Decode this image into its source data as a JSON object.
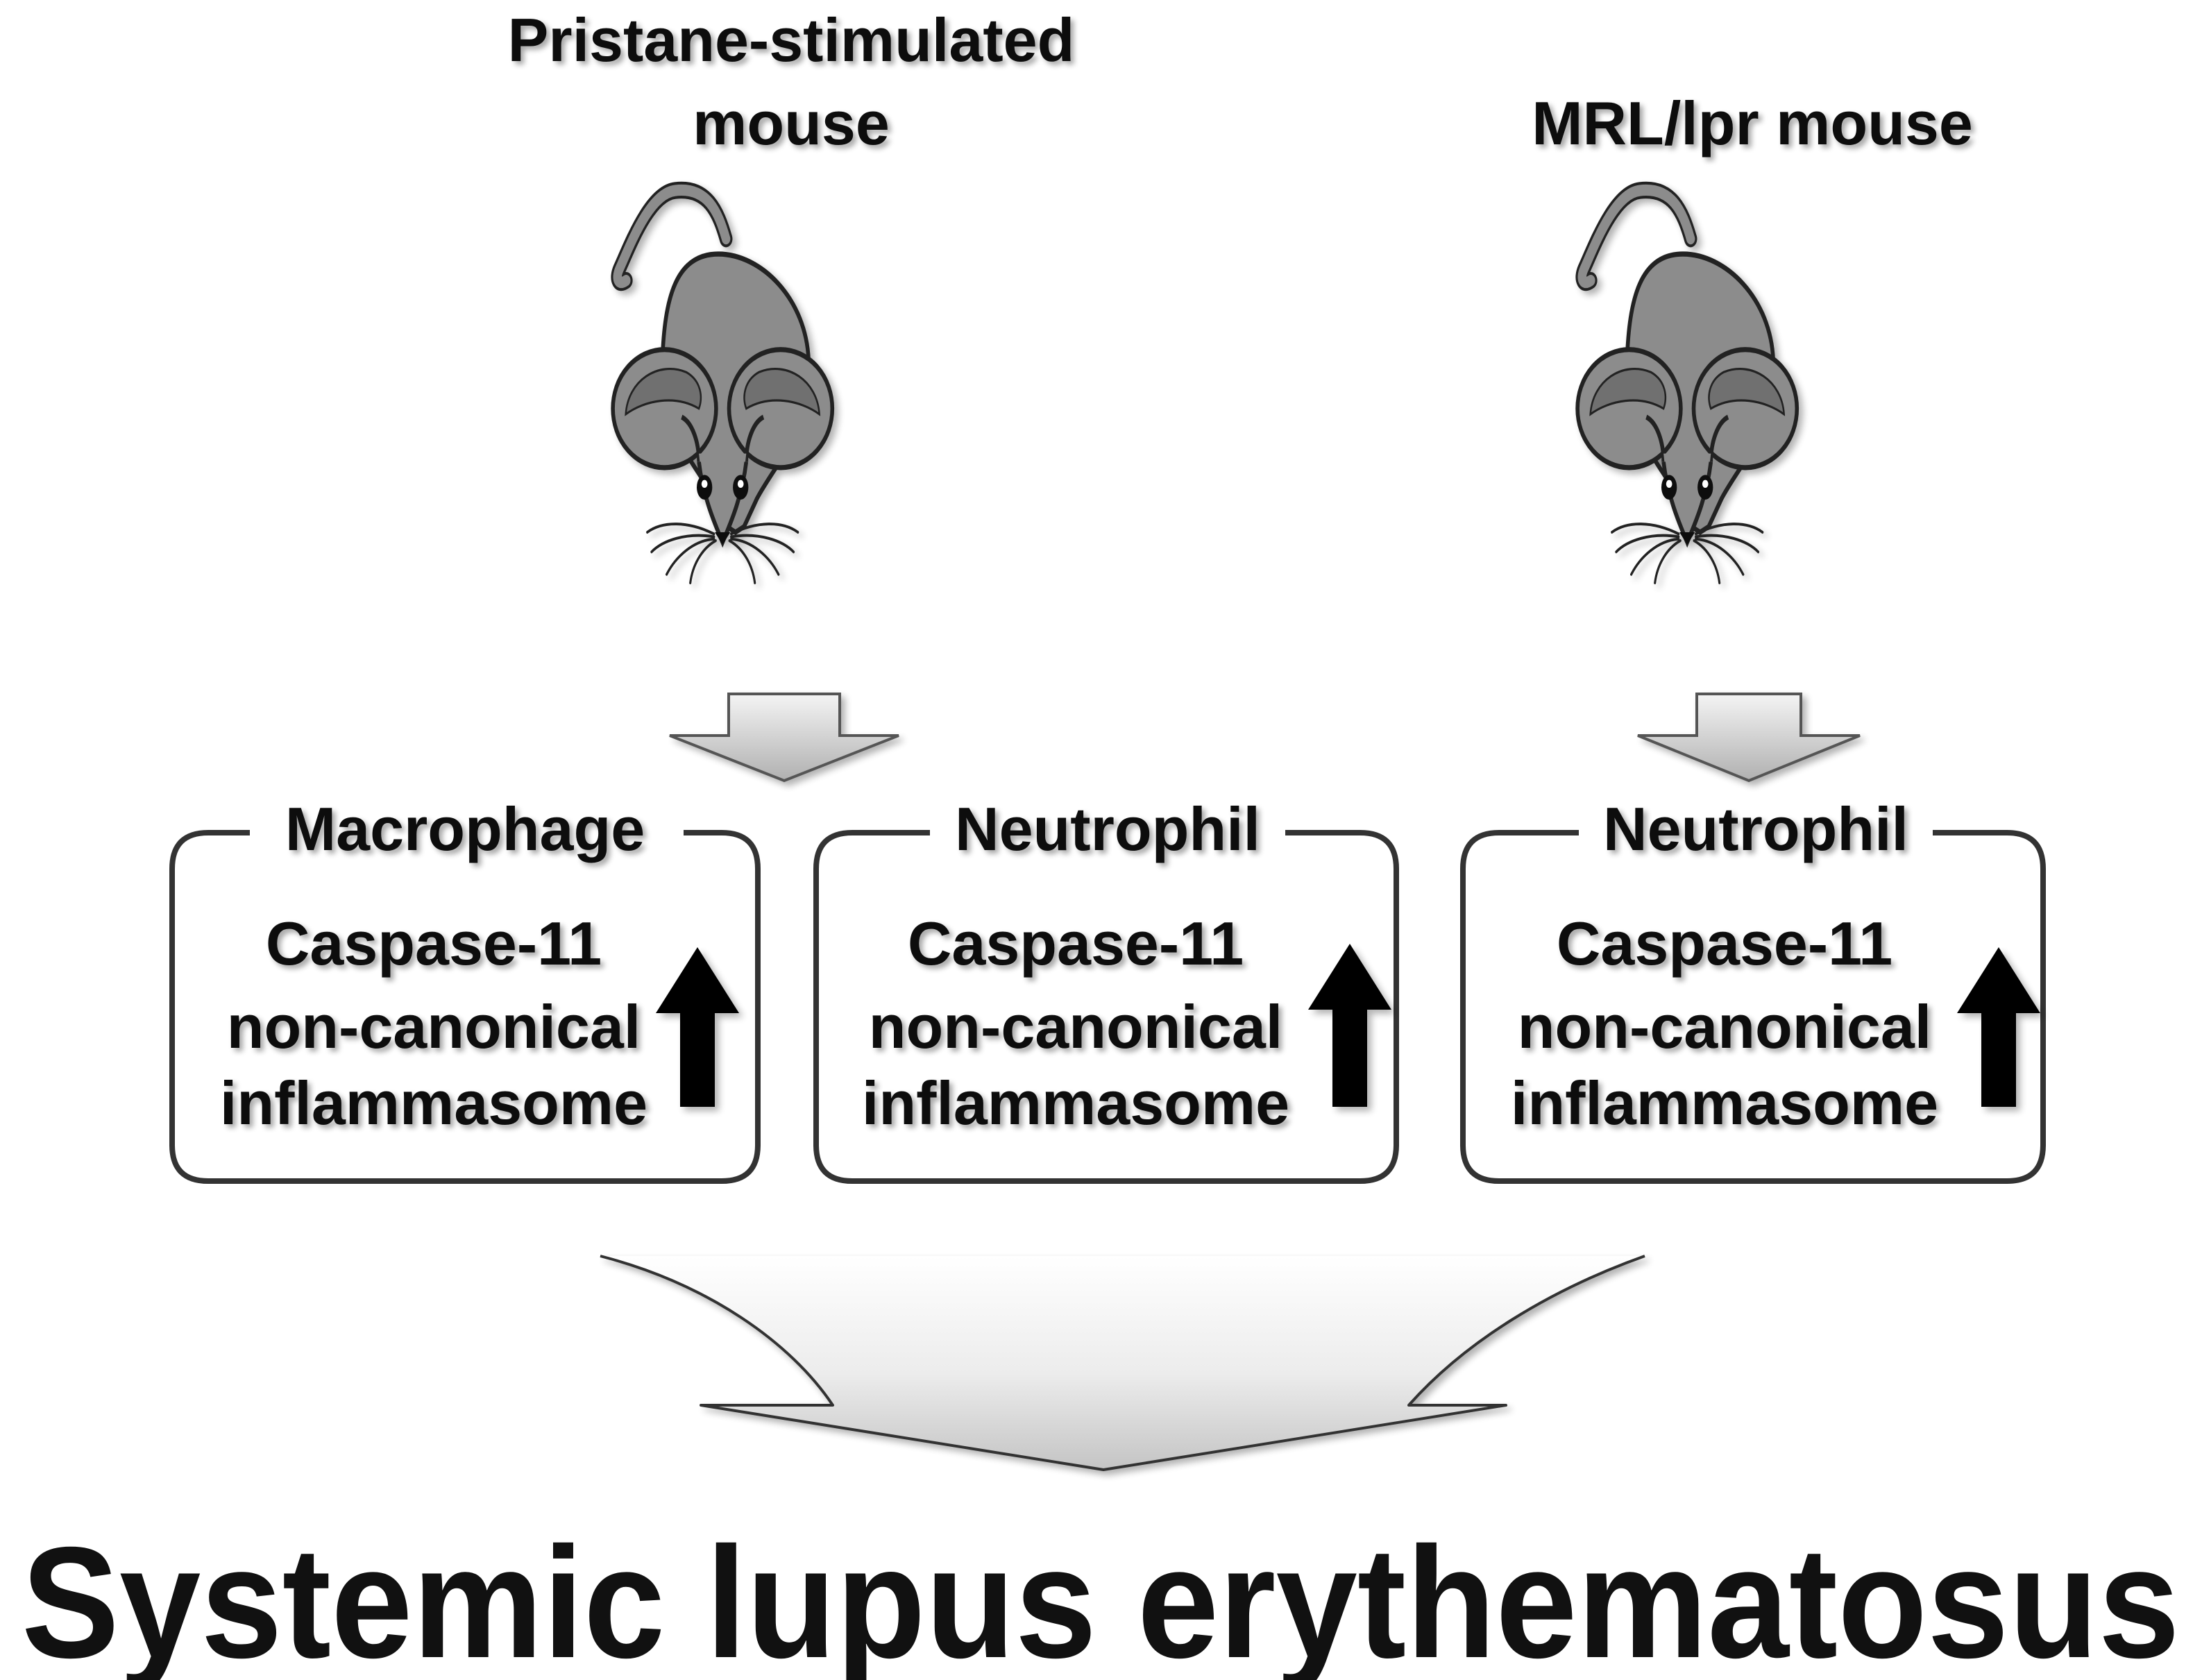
{
  "models": [
    {
      "title_lines": [
        "Pristane-stimulated",
        "mouse"
      ],
      "boxes": [
        {
          "header": "Macrophage",
          "body_lines": [
            "Caspase-11",
            "non-canonical",
            "inflammasome"
          ]
        },
        {
          "header": "Neutrophil",
          "body_lines": [
            "Caspase-11",
            "non-canonical",
            "inflammasome"
          ]
        }
      ]
    },
    {
      "title_lines": [
        "MRL/lpr mouse"
      ],
      "boxes": [
        {
          "header": "Neutrophil",
          "body_lines": [
            "Caspase-11",
            "non-canonical",
            "inflammasome"
          ]
        }
      ]
    }
  ],
  "outcome": "Systemic lupus erythematosus",
  "colors": {
    "mouse_body": "#8c8c8c",
    "mouse_ear_inner": "#777777",
    "arrow_fill_light": "#f2f2f2",
    "arrow_fill_dark": "#b4b4b4",
    "text": "#111111",
    "box_border": "#333333"
  }
}
